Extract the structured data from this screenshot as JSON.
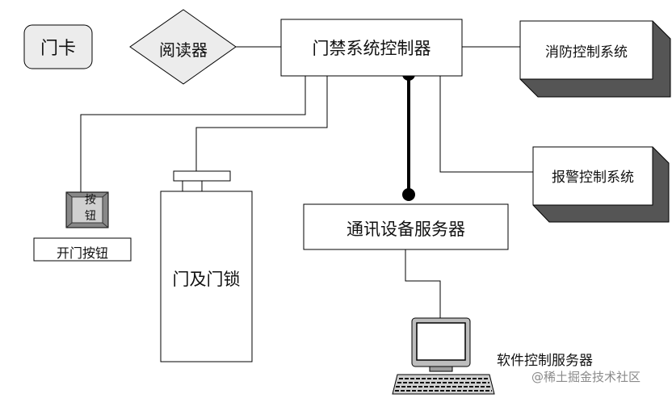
{
  "diagram": {
    "card": "门卡",
    "reader": "阅读器",
    "controller": "门禁系统控制器",
    "fire_system": "消防控制系统",
    "alarm_system": "报警控制系统",
    "comm_server": "通讯设备服务器",
    "exit_button_label": "开门按钮",
    "button_text": "按钮",
    "door_lock": "门及门锁",
    "software_server": "软件控制服务器"
  },
  "watermark": "@稀土掘金技术社区"
}
